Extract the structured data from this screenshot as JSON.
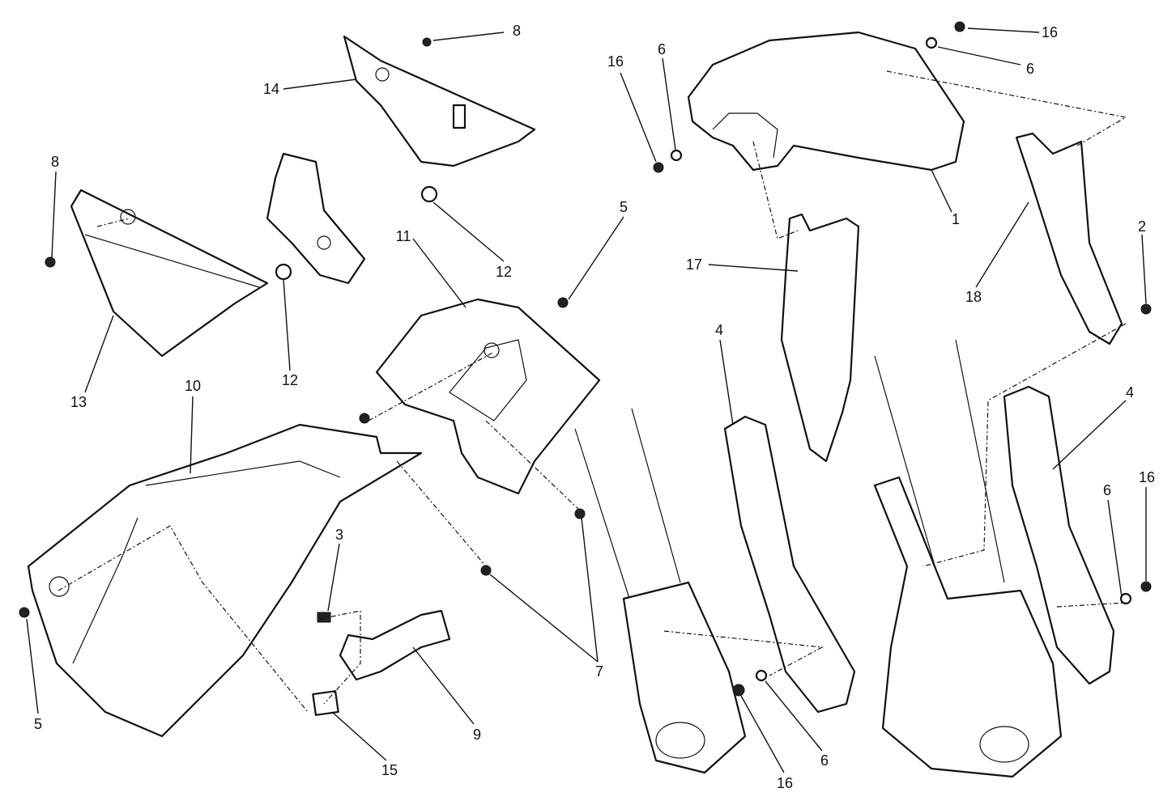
{
  "diagram": {
    "type": "exploded-parts-view",
    "callouts": {
      "c1": "1",
      "c2": "2",
      "c3": "3",
      "c4a": "4",
      "c4b": "4",
      "c5a": "5",
      "c5b": "5",
      "c6a": "6",
      "c6b": "6",
      "c6c": "6",
      "c6d": "6",
      "c7": "7",
      "c8a": "8",
      "c8b": "8",
      "c9": "9",
      "c10": "10",
      "c11": "11",
      "c12a": "12",
      "c12b": "12",
      "c13": "13",
      "c14": "14",
      "c15": "15",
      "c16a": "16",
      "c16b": "16",
      "c16c": "16",
      "c16d": "16",
      "c17": "17",
      "c18": "18"
    }
  }
}
